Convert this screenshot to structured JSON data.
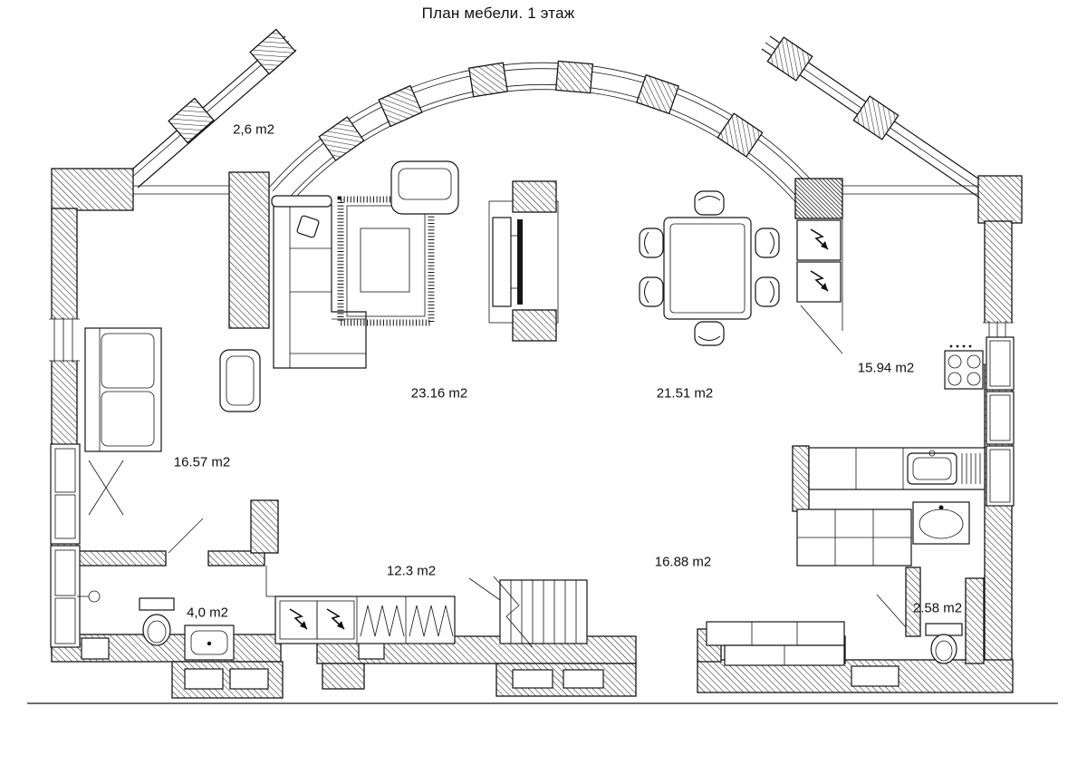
{
  "title": "План мебели. 1 этаж",
  "colors": {
    "ink": "#141414",
    "background": "#ffffff"
  },
  "rooms": {
    "terrace": "2,6 m2",
    "living": "23.16 m2",
    "dining": "21.51 m2",
    "kitchen": "15.94 m2",
    "bedroom": "16.57 m2",
    "wardrobe": "12.3 m2",
    "hall": "16.88 m2",
    "bathroom": "4,0 m2",
    "wc": "2.58 m2"
  }
}
